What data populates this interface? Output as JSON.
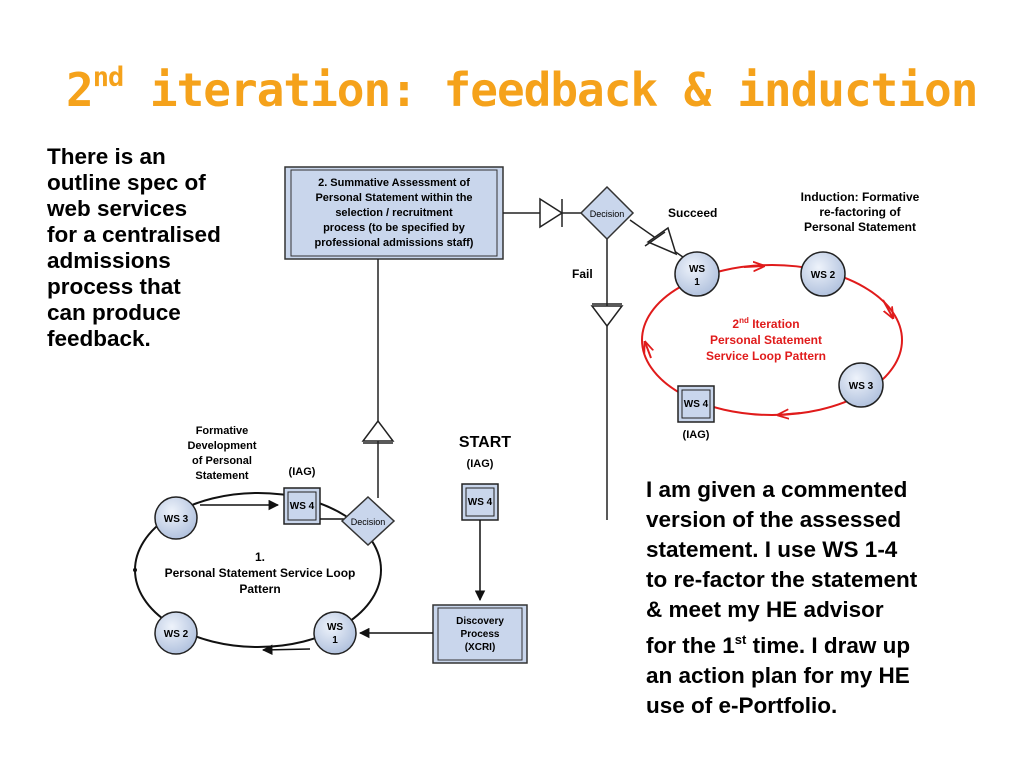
{
  "slide": {
    "title_main": "2",
    "title_sup": "nd",
    "title_rest": " iteration: feedback & induction",
    "left_lines": [
      "There is an",
      "outline spec of",
      "web services",
      "for a centralised",
      "admissions",
      "process that",
      "can produce",
      "feedback."
    ],
    "right_lines": {
      "l1": "I am given a commented",
      "l2": "version of the assessed",
      "l3": "statement.  I use WS 1-4",
      "l4": "to re-factor the statement",
      "l5": "& meet my HE advisor",
      "l6a": "for the 1",
      "l6sup": "st",
      "l6b": " time. I draw up",
      "l7": "an action plan for my HE",
      "l8": "use of e-Portfolio."
    }
  },
  "diagram": {
    "summative_box": [
      "2. Summative Assessment of",
      "Personal Statement within the",
      "selection / recruitment",
      "process (to be specified by",
      "professional admissions staff)"
    ],
    "decision_label": "Decision",
    "succeed_label": "Succeed",
    "fail_label": "Fail",
    "induction_label": [
      "Induction: Formative",
      "re-factoring of",
      "Personal Statement"
    ],
    "iteration2": {
      "line1_a": "2",
      "line1_sup": "nd",
      "line1_b": " Iteration",
      "line2": "Personal Statement",
      "line3": "Service Loop Pattern"
    },
    "loop1": {
      "line1": "1.",
      "line2": "Personal Statement Service Loop",
      "line3": "Pattern"
    },
    "formative_label": [
      "Formative",
      "Development",
      "of Personal",
      "Statement"
    ],
    "iag": "(IAG)",
    "start": "START",
    "discovery_box": [
      "Discovery",
      "Process",
      "(XCRI)"
    ],
    "ws1_a": "WS",
    "ws1_b": "1",
    "ws2": "WS 2",
    "ws3": "WS 3",
    "ws4": "WS 4"
  },
  "colors": {
    "title": "#f5a21b",
    "loop2": "#e01b1b",
    "node_fill": "#c9d6ec",
    "box_fill": "#c9d6ec"
  }
}
